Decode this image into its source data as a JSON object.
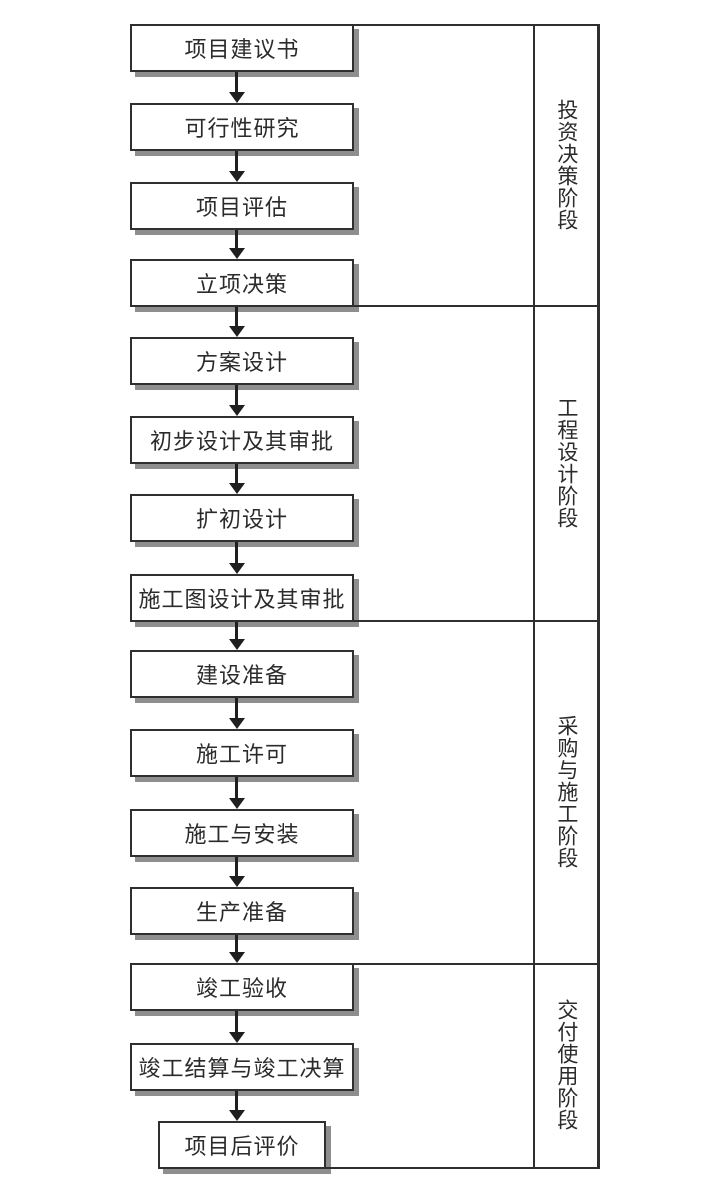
{
  "colors": {
    "line": "#2f2f2f",
    "text": "#2b2b2b",
    "shadow": "#8e8e8e",
    "background": "#ffffff"
  },
  "flow": {
    "phases": [
      {
        "label": "投资决策阶段",
        "steps": [
          "项目建议书",
          "可行性研究",
          "项目评估",
          "立项决策"
        ]
      },
      {
        "label": "工程设计阶段",
        "steps": [
          "方案设计",
          "初步设计及其审批",
          "扩初设计",
          "施工图设计及其审批"
        ]
      },
      {
        "label": "采购与施工阶段",
        "steps": [
          "建设准备",
          "施工许可",
          "施工与安装",
          "生产准备"
        ]
      },
      {
        "label": "交付使用阶段",
        "steps": [
          "竣工验收",
          "竣工结算与竣工决算",
          "项目后评价"
        ]
      }
    ]
  }
}
